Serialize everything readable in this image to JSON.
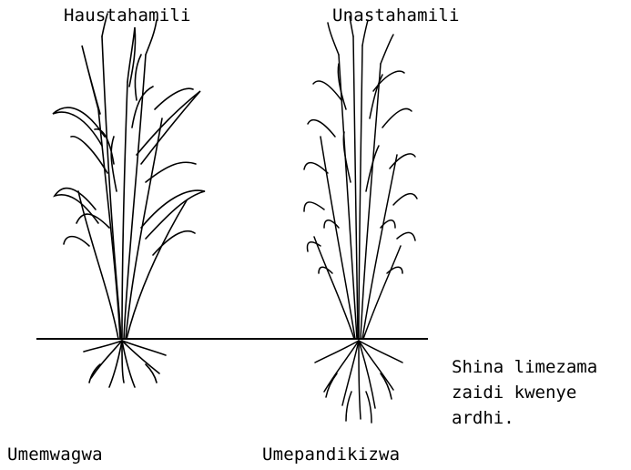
{
  "labels": {
    "left_top": "Haustahamili",
    "right_top": "Unastahamili",
    "left_bottom": "Umemwagwa",
    "right_bottom": "Umepandikizwa"
  },
  "note": {
    "line1": "Shina limezama",
    "line2": "zaidi kwenye",
    "line3": "ardhi."
  }
}
